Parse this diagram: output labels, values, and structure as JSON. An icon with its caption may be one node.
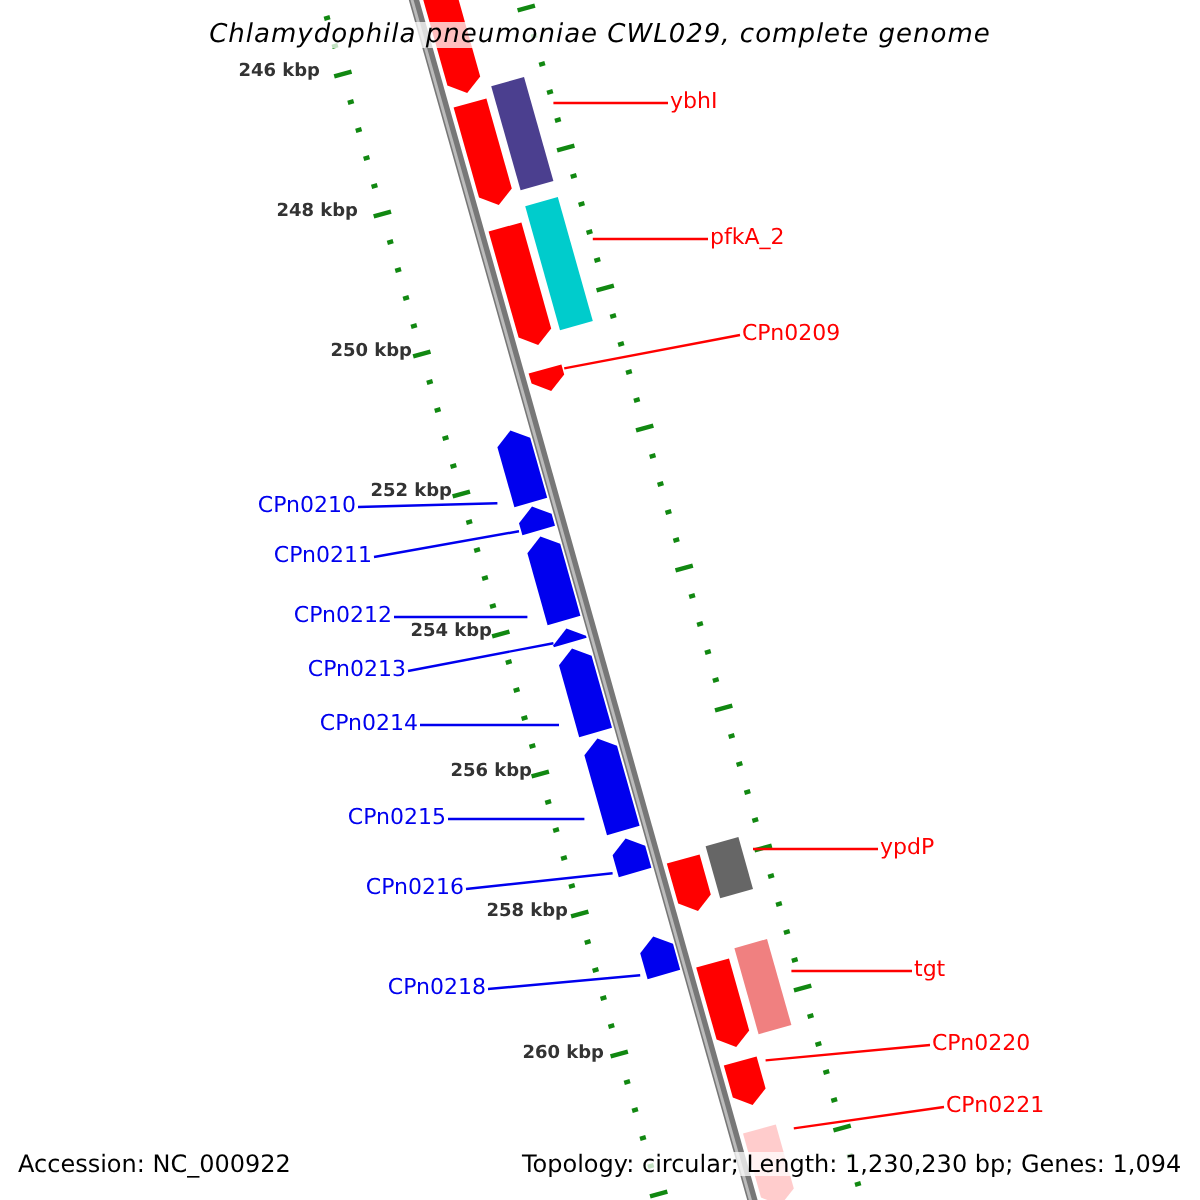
{
  "diagram": {
    "title": "Chlamydophila pneumoniae CWL029, complete genome",
    "nodes": [
      {
        "text": [
          "ybhI"
        ]
      },
      {
        "text": [],
        "shape": "bar"
      },
      {
        "text": [
          "pfkA_2"
        ]
      },
      {
        "text": [],
        "shape": "bar"
      },
      {
        "text": [
          "CPn0209"
        ]
      },
      {
        "text": [],
        "shape": "bar"
      },
      {
        "text": [
          "CPn0210"
        ]
      },
      {
        "text": [],
        "shape": "bar"
      },
      {
        "text": [
          "CPn0211"
        ]
      },
      {
        "text": [],
        "shape": "bar"
      },
      {
        "text": [
          "CPn0212"
        ]
      },
      {
        "text": [],
        "shape": "bar"
      },
      {
        "text": [
          "CPn0213"
        ]
      },
      {
        "text": [],
        "shape": "bar"
      },
      {
        "text": [
          "CPn0214"
        ]
      },
      {
        "text": [],
        "shape": "bar"
      },
      {
        "text": [
          "CPn0215"
        ]
      },
      {
        "text": [],
        "shape": "bar"
      },
      {
        "text": [
          "CPn0216"
        ]
      },
      {
        "text": [],
        "shape": "bar"
      },
      {
        "text": [
          "ypdP"
        ]
      },
      {
        "text": [],
        "shape": "bar"
      },
      {
        "text": [
          "CPn0218"
        ]
      },
      {
        "text": [],
        "shape": "bar"
      },
      {
        "text": [
          "tgt"
        ]
      },
      {
        "text": [],
        "shape": "bar"
      },
      {
        "text": [
          "CPn0220"
        ]
      },
      {
        "text": [],
        "shape": "bar"
      },
      {
        "text": [
          "CPn0221"
        ]
      },
      {
        "text": [],
        "shape": "bar"
      },
      {
        "text": [],
        "shape": "bar"
      },
      {
        "text": [],
        "shape": "bar"
      },
      {
        "text": [],
        "shape": "bar"
      },
      {
        "text": [],
        "shape": "bar"
      },
      {
        "text": [],
        "shape": "bar"
      }
    ],
    "edges": [
      {
        "from": 0,
        "to": 1,
        "arrow": "none",
        "color": "#ff0000"
      },
      {
        "from": 2,
        "to": 3,
        "arrow": "none",
        "color": "#ff0000"
      },
      {
        "from": 4,
        "to": 5,
        "arrow": "none",
        "color": "#ff0000"
      },
      {
        "from": 6,
        "to": 7,
        "arrow": "none"
      },
      {
        "from": 8,
        "to": 9,
        "arrow": "none"
      },
      {
        "from": 10,
        "to": 11,
        "arrow": "none"
      },
      {
        "from": 12,
        "to": 13,
        "arrow": "none"
      },
      {
        "from": 14,
        "to": 15,
        "arrow": "none"
      },
      {
        "from": 16,
        "to": 17,
        "arrow": "none"
      },
      {
        "from": 18,
        "to": 19,
        "arrow": "none"
      },
      {
        "from": 20,
        "to": 21,
        "arrow": "none",
        "color": "#ff0000"
      },
      {
        "from": 22,
        "to": 23,
        "arrow": "none"
      },
      {
        "from": 24,
        "to": 25,
        "arrow": "none",
        "color": "#ff0000"
      },
      {
        "from": 26,
        "to": 27,
        "arrow": "none",
        "color": "#ff0000"
      },
      {
        "from": 28,
        "to": 29,
        "arrow": "none",
        "color": "#ff0000"
      }
    ],
    "labels": [
      "246 kbp",
      "248 kbp",
      "250 kbp",
      "252 kbp",
      "254 kbp",
      "256 kbp",
      "258 kbp",
      "260 kbp",
      "Accession: NC_000922",
      "Topology: circular; Length: 1,230,230 bp; Genes: 1,094"
    ]
  }
}
